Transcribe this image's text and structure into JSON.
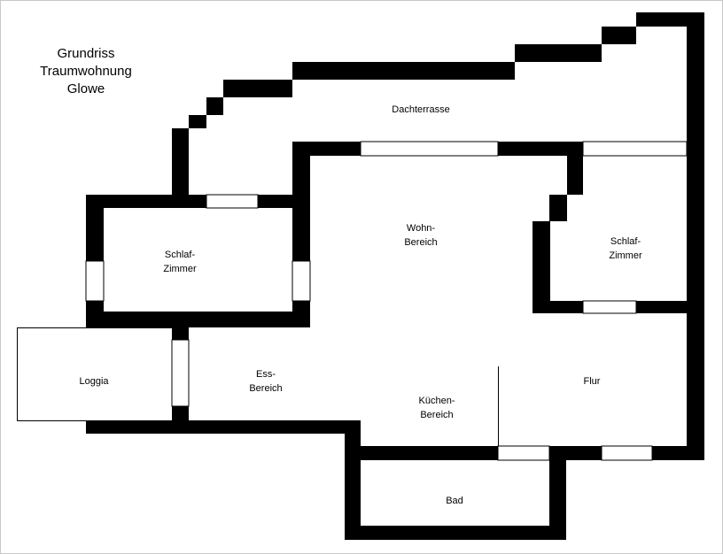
{
  "title": {
    "line1": "Grundriss",
    "line2": "Traumwohnung",
    "line3": "Glowe"
  },
  "rooms": {
    "dachterrasse": "Dachterrasse",
    "wohn_line1": "Wohn-",
    "wohn_line2": "Bereich",
    "schlaf_links_line1": "Schlaf-",
    "schlaf_links_line2": "Zimmer",
    "schlaf_rechts_line1": "Schlaf-",
    "schlaf_rechts_line2": "Zimmer",
    "loggia": "Loggia",
    "ess_line1": "Ess-",
    "ess_line2": "Bereich",
    "kuechen_line1": "Küchen-",
    "kuechen_line2": "Bereich",
    "flur": "Flur",
    "bad": "Bad"
  }
}
